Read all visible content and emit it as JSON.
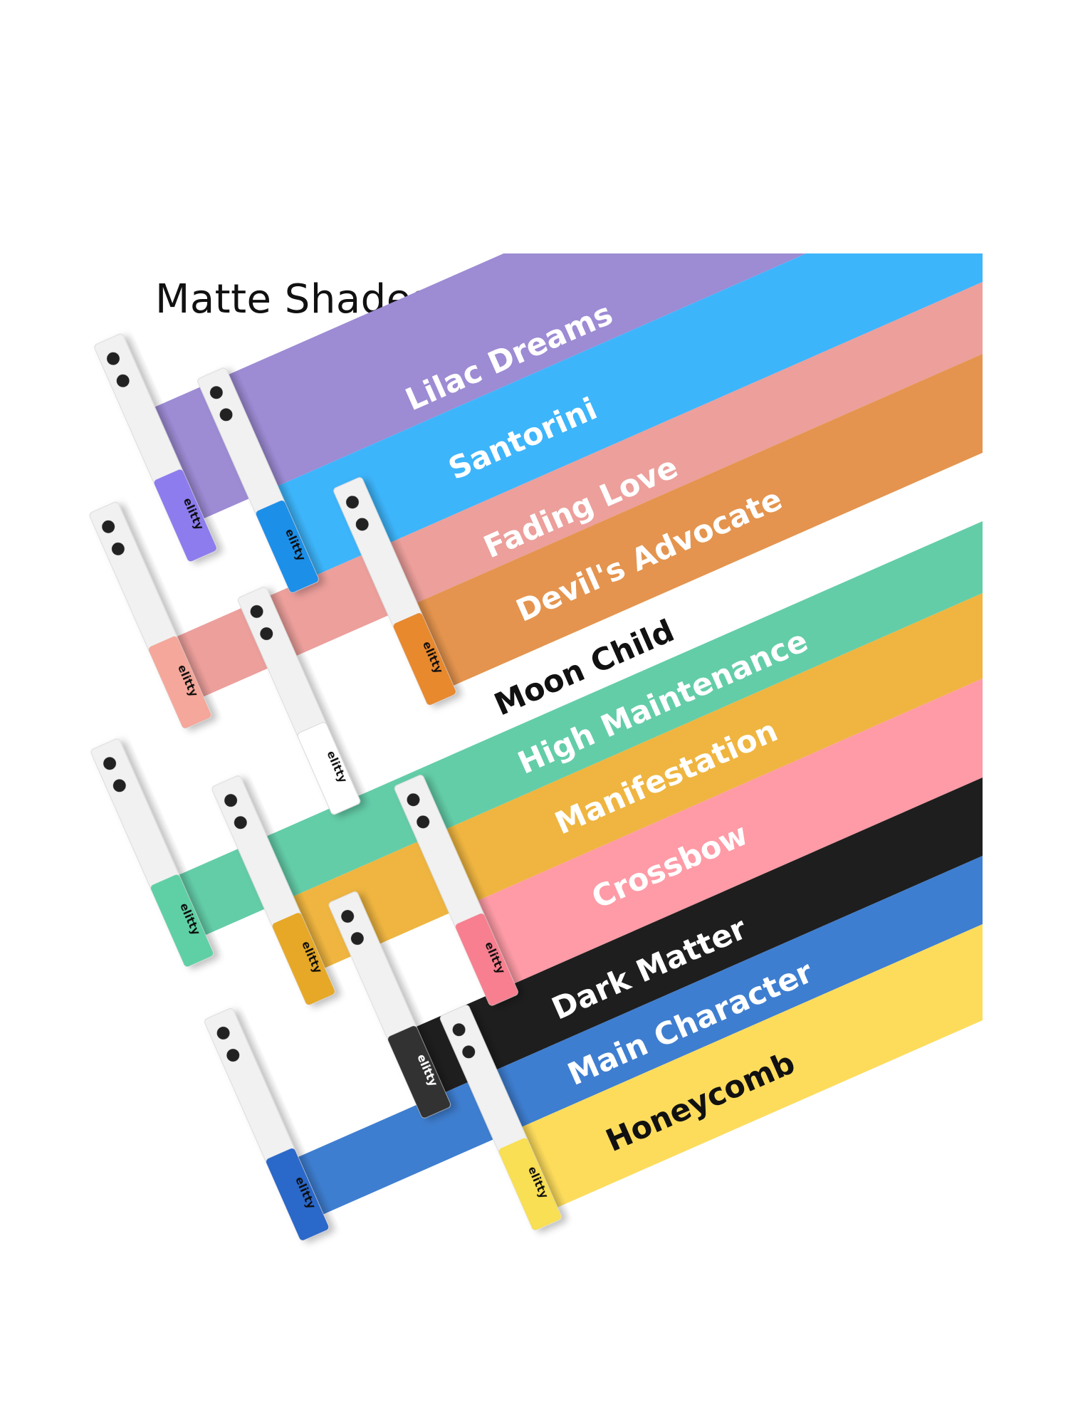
{
  "title": "Matte Shades",
  "brand": "elitty",
  "shades": [
    {
      "name": "Lilac Dreams",
      "band_color": "#9d8bd4",
      "pen_color": "#8c7cee",
      "text_color": "#ffffff"
    },
    {
      "name": "Santorini",
      "band_color": "#3db5fb",
      "pen_color": "#1f8fe8",
      "text_color": "#ffffff"
    },
    {
      "name": "Fading Love",
      "band_color": "#ec9f9b",
      "pen_color": "#f4a79a",
      "text_color": "#ffffff"
    },
    {
      "name": "Devil's Advocate",
      "band_color": "#e4944e",
      "pen_color": "#e8892e",
      "text_color": "#ffffff"
    },
    {
      "name": "Moon Child",
      "band_color": "#ffffff",
      "pen_color": "#ffffff",
      "text_color": "#111111"
    },
    {
      "name": "High Maintenance",
      "band_color": "#63cda8",
      "pen_color": "#5fd0a5",
      "text_color": "#ffffff"
    },
    {
      "name": "Manifestation",
      "band_color": "#efb540",
      "pen_color": "#e6a828",
      "text_color": "#ffffff"
    },
    {
      "name": "Crossbow",
      "band_color": "#fe9ba6",
      "pen_color": "#f77f8f",
      "text_color": "#ffffff"
    },
    {
      "name": "Dark Matter",
      "band_color": "#1e1e1e",
      "pen_color": "#333333",
      "text_color": "#ffffff"
    },
    {
      "name": "Main Character",
      "band_color": "#3e7ed0",
      "pen_color": "#2b67c9",
      "text_color": "#ffffff"
    },
    {
      "name": "Honeycomb",
      "band_color": "#fddc5c",
      "pen_color": "#f8df52",
      "text_color": "#111111"
    }
  ]
}
